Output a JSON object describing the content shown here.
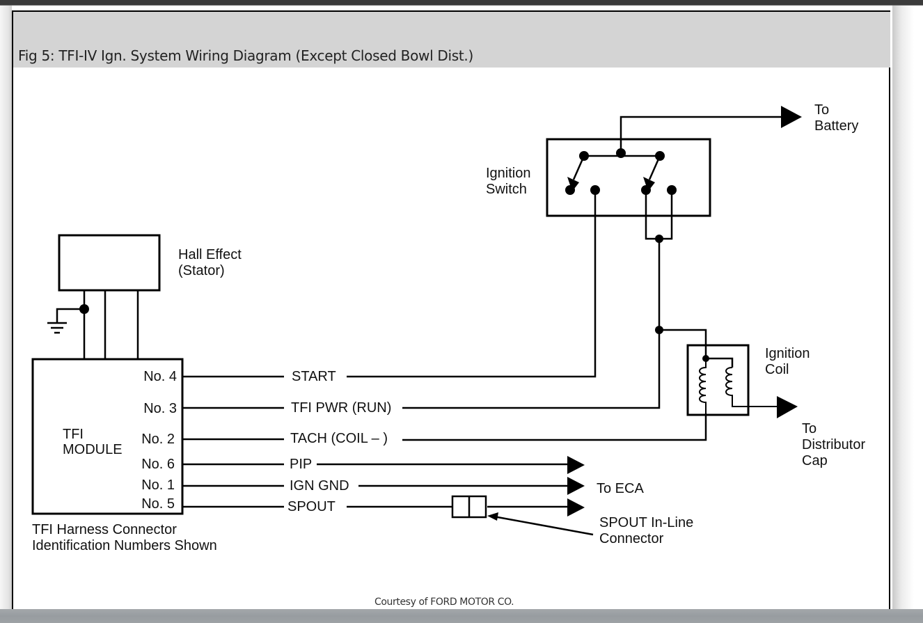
{
  "figure": {
    "title": "Fig 5: TFI-IV Ign. System Wiring Diagram (Except Closed Bowl Dist.)",
    "credit": "Courtesy of FORD MOTOR CO."
  },
  "components": {
    "ignition_switch": [
      "Ignition",
      "Switch"
    ],
    "to_battery": [
      "To",
      "Battery"
    ],
    "hall_effect": [
      "Hall Effect",
      "(Stator)"
    ],
    "tfi_module": [
      "TFI",
      "MODULE"
    ],
    "ignition_coil": [
      "Ignition",
      "Coil"
    ],
    "to_distributor_cap": [
      "To",
      "Distributor",
      "Cap"
    ],
    "to_eca": "To ECA",
    "spout_connector": [
      "SPOUT In-Line",
      "Connector"
    ],
    "harness_note": [
      "TFI Harness Connector",
      "Identification Numbers Shown"
    ]
  },
  "pins": [
    {
      "pin": "No. 4",
      "signal": "START"
    },
    {
      "pin": "No. 3",
      "signal": "TFI PWR (RUN)"
    },
    {
      "pin": "No. 2",
      "signal": "TACH (COIL – )"
    },
    {
      "pin": "No. 6",
      "signal": "PIP"
    },
    {
      "pin": "No. 1",
      "signal": "IGN GND"
    },
    {
      "pin": "No. 5",
      "signal": "SPOUT"
    }
  ],
  "colors": {
    "line": "#000000",
    "header_bg": "#d4d4d4"
  }
}
